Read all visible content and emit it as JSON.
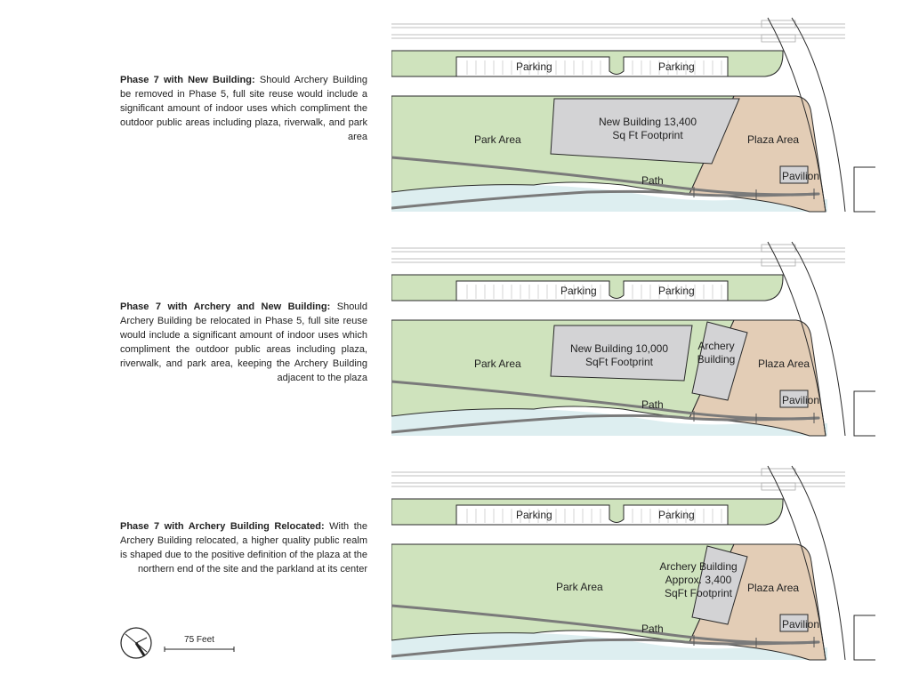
{
  "panels": [
    {
      "heading": "Phase 7 with New Building:",
      "body": "Should Archery Building be removed in Phase 5, full site reuse would include a significant amount of indoor uses which compliment the outdoor public areas including plaza, riverwalk, and park area",
      "labels": {
        "parking_1": "Parking",
        "parking_2": "Parking",
        "park_area": "Park Area",
        "plaza_area": "Plaza Area",
        "path": "Path",
        "pavilion": "Pavilion",
        "new_building": "New Building 13,400 Sq Ft Footprint"
      }
    },
    {
      "heading": "Phase 7 with Archery and New Building:",
      "body": "Should Archery Building be relocated in Phase 5, full site reuse would include a significant amount of indoor uses which compliment the outdoor public areas including plaza, riverwalk, and park area, keeping the Archery Building adjacent to the plaza",
      "labels": {
        "parking_1": "Parking",
        "parking_2": "Parking",
        "park_area": "Park Area",
        "plaza_area": "Plaza Area",
        "path": "Path",
        "pavilion": "Pavilion",
        "new_building": "New Building 10,000 SqFt Footprint",
        "archery_building": "Archery Building"
      }
    },
    {
      "heading": "Phase 7 with Archery Building Relocated:",
      "body": "With the Archery Building relocated, a higher quality public realm is shaped due to the positive definition of the plaza at the northern end of the site and the parkland at its center",
      "labels": {
        "parking_1": "Parking",
        "parking_2": "Parking",
        "park_area": "Park Area",
        "plaza_area": "Plaza Area",
        "path": "Path",
        "pavilion": "Pavilion",
        "archery_building": "Archery Building Approx. 3,400 SqFt Footprint"
      }
    }
  ],
  "scale_bar": {
    "label": "75 Feet"
  },
  "colors": {
    "park": "#cfe3bd",
    "plaza": "#e3cdb6",
    "building": "#d3d3d5",
    "water": "#ddeef0",
    "outline": "#2a2a2a",
    "path": "#7a7a7a"
  }
}
